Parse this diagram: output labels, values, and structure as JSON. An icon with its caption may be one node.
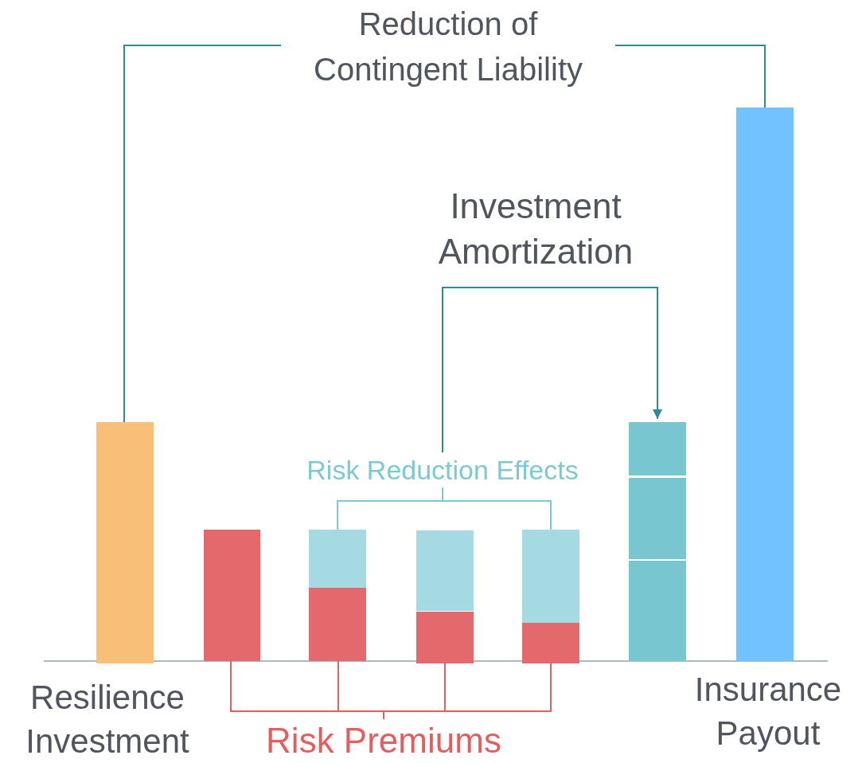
{
  "diagram": {
    "nodes": [
      {
        "text": [
          "Reduction of Contingent Liability"
        ]
      },
      {
        "text": [
          "Risk Reduction Effects"
        ]
      },
      {
        "text": [
          "Risk Premiums"
        ]
      },
      {
        "text": [],
        "shape": "bar",
        "beside": [
          "Resilience Investment"
        ]
      },
      {
        "text": [],
        "shape": "bar"
      },
      {
        "text": [],
        "shape": "bar"
      },
      {
        "text": [],
        "shape": "bar"
      },
      {
        "text": [],
        "shape": "bar"
      },
      {
        "text": [],
        "shape": "bar"
      },
      {
        "text": [],
        "shape": "bar",
        "beside": [
          "Insurance Payout"
        ]
      }
    ],
    "edges": [
      {
        "from": 0,
        "to": 3,
        "arrow": "none",
        "color": "#2e8b95"
      },
      {
        "from": 0,
        "to": 9,
        "arrow": "none",
        "color": "#2e8b95"
      },
      {
        "from": 1,
        "to": 8,
        "arrow": "to",
        "label": "Investment Amortization",
        "color": "#2e8b95"
      },
      {
        "from": 1,
        "to": 5,
        "arrow": "none",
        "color": "#7dc9d0"
      },
      {
        "from": 1,
        "to": 7,
        "arrow": "none",
        "color": "#7dc9d0"
      },
      {
        "from": 2,
        "to": 4,
        "arrow": "none",
        "color": "#e0605f"
      },
      {
        "from": 2,
        "to": 5,
        "arrow": "none",
        "color": "#e0605f"
      },
      {
        "from": 2,
        "to": 6,
        "arrow": "none",
        "color": "#e0605f"
      },
      {
        "from": 2,
        "to": 7,
        "arrow": "none",
        "color": "#e0605f"
      }
    ]
  }
}
